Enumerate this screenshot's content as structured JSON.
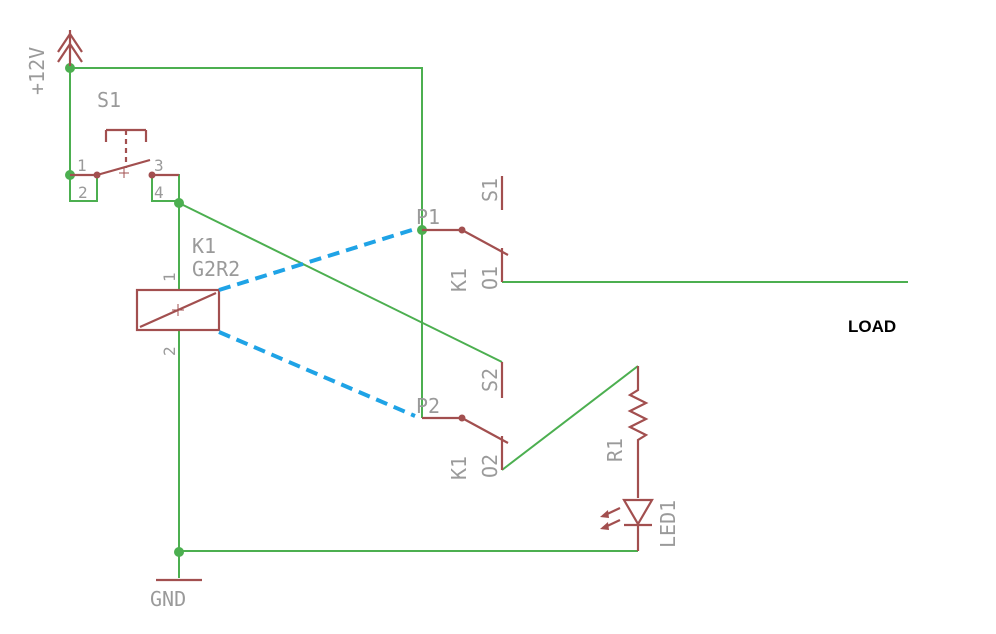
{
  "labels": {
    "supply": "+12V",
    "ground": "GND",
    "switch": "S1",
    "relay_name": "K1",
    "relay_value": "G2R2",
    "resistor": "R1",
    "led": "LED1",
    "load": "LOAD",
    "contact1_common": "P1",
    "contact1_nc": "S1",
    "contact1_no": "O1",
    "contact1_ref": "K1",
    "contact2_common": "P2",
    "contact2_nc": "S2",
    "contact2_no": "O2",
    "contact2_ref": "K1"
  },
  "pins": {
    "switch_1": "1",
    "switch_2": "2",
    "switch_3": "3",
    "switch_4": "4",
    "coil_1": "1",
    "coil_2": "2"
  },
  "colors": {
    "wire": "#4caf50",
    "part": "#a24f4f",
    "mechanical_link": "#1fa3e6",
    "label": "#9a9a9a"
  }
}
